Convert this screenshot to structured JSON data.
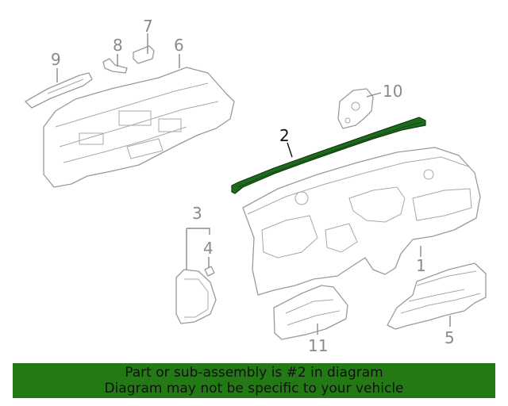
{
  "diagram": {
    "callouts": [
      "1",
      "2",
      "3",
      "4",
      "5",
      "6",
      "7",
      "8",
      "9",
      "10",
      "11"
    ],
    "highlighted_part": "2",
    "highlight_color": "#1e6b1e"
  },
  "banner": {
    "line1": "Part or sub-assembly is #2 in diagram",
    "line2": "Diagram may not be specific to your vehicle",
    "background": "#237a14"
  }
}
